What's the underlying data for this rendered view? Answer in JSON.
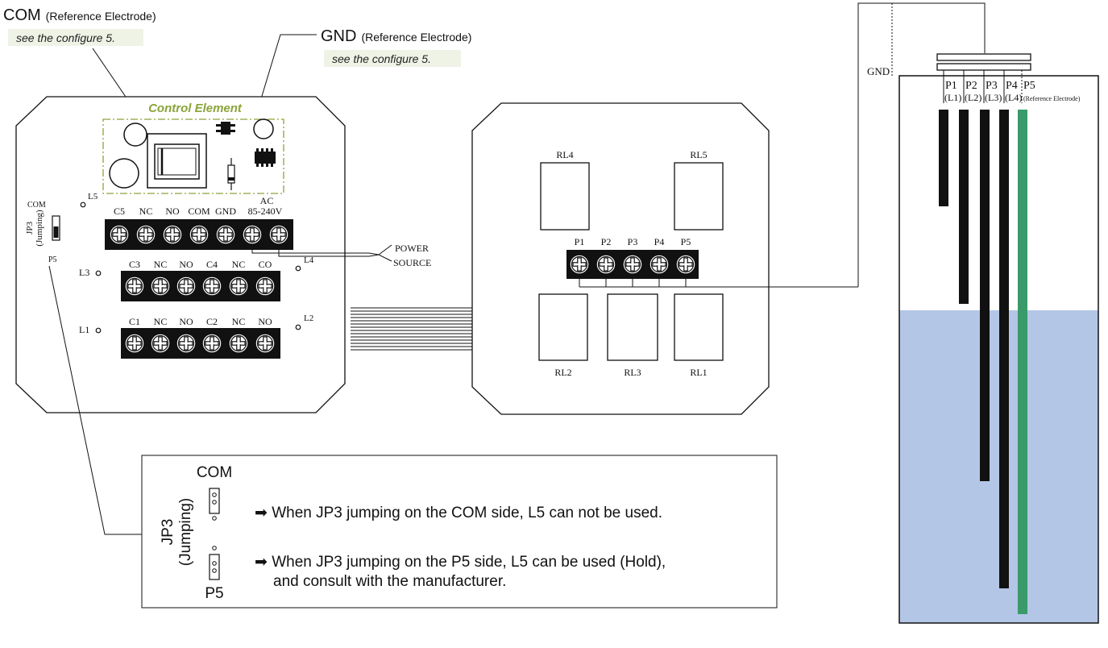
{
  "colors": {
    "accent_green": "#8aa43a",
    "note_bg": "#eef3e6",
    "water": "#b3c6e6",
    "ref_electrode": "#3a9a6a",
    "line": "#111111"
  },
  "callouts": {
    "com_title": "COM",
    "com_sub": "(Reference Electrode)",
    "com_note": "see the configure 5.",
    "gnd_title": "GND",
    "gnd_sub": "(Reference Electrode)",
    "gnd_note": "see the configure 5."
  },
  "control_board": {
    "control_element_label": "Control Element",
    "com_jumper": "COM",
    "jp3": "JP3",
    "jumping": "(Jumping)",
    "p5_jumper": "P5",
    "l5": "L5",
    "l4": "L4",
    "l3": "L3",
    "l2": "L2",
    "l1": "L1",
    "row1_labels": [
      "C5",
      "NC",
      "NO",
      "COM",
      "GND"
    ],
    "ac_label": "AC",
    "ac_range": "85-240V",
    "row2_labels": [
      "C3",
      "NC",
      "NO",
      "C4",
      "NC",
      "CO"
    ],
    "row3_labels": [
      "C1",
      "NC",
      "NO",
      "C2",
      "NC",
      "NO"
    ],
    "power_line1": "POWER",
    "power_line2": "SOURCE"
  },
  "relay_board": {
    "relays_top": [
      "RL4",
      "RL5"
    ],
    "relays_bottom": [
      "RL2",
      "RL3",
      "RL1"
    ],
    "terminal_labels": [
      "P1",
      "P2",
      "P3",
      "P4",
      "P5"
    ]
  },
  "tank": {
    "gnd_label": "GND",
    "probes": [
      "P1",
      "P2",
      "P3",
      "P4",
      "P5"
    ],
    "probe_levels": [
      "(L1)",
      "(L2)",
      "(L3)",
      "(L4)"
    ],
    "ref_label": "(Reference Electrode)"
  },
  "legend": {
    "com": "COM",
    "p5": "P5",
    "jp3": "JP3",
    "jumping": "(Jumping)",
    "line1": "➡ When JP3 jumping on the COM side, L5 can not be used.",
    "line2": "➡ When JP3 jumping on the P5 side, L5 can be used (Hold),",
    "line3": "and consult with the manufacturer."
  }
}
